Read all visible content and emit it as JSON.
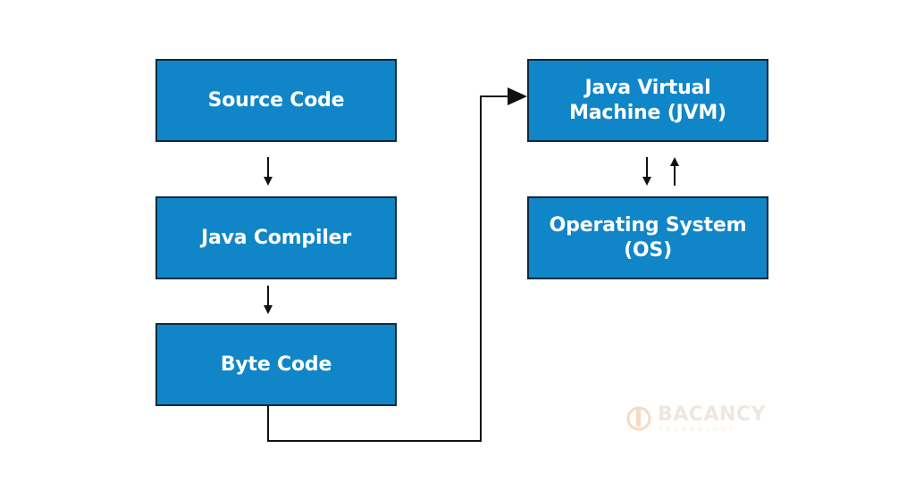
{
  "boxes": {
    "source_code": {
      "line1": "Source Code"
    },
    "java_compiler": {
      "line1": "Java Compiler"
    },
    "byte_code": {
      "line1": "Byte Code"
    },
    "jvm": {
      "line1": "Java Virtual",
      "line2": "Machine (JVM)"
    },
    "os": {
      "line1": "Operating System",
      "line2": "(OS)"
    }
  },
  "logo": {
    "name": "BACANCY",
    "tagline": "TECHNOLOGY"
  },
  "colors": {
    "box_fill": "#1086c8",
    "box_border": "#0b2a3d",
    "box_text": "#ffffff",
    "connector": "#111111"
  }
}
